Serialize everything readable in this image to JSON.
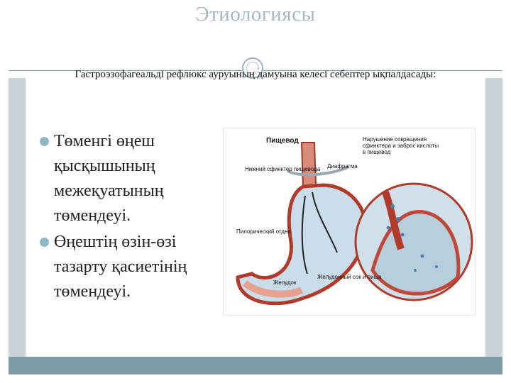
{
  "slide": {
    "title": "Этиологиясы",
    "subtitle": "Гастроэзофагеальді рефлюкс ауруының дамуына келесі себептер ықпалдасады:",
    "bullets": [
      "Төменгі өңеш қысқышының межеқуатының төмендеуі.",
      "Өңештің өзін-өзі тазарту қасиетінің төмендеуі."
    ]
  },
  "figure": {
    "labels": {
      "esophagus": "Пищевод",
      "sphincter_disorder": "Нарушение сокращения сфинктера и заброс кислоты в пищевод",
      "lower_sphincter": "Нижний сфинктер пищевода",
      "diaphragm": "Диафрагма",
      "pyloric": "Пилорический отдел",
      "stomach": "Желудок",
      "gastric_juice": "Желудочный сок и пища"
    }
  },
  "colors": {
    "frame_border": "#b7c6cc",
    "gray_band": "#c9d3d8",
    "bottom_bar": "#7d9ba6",
    "bullet": "#8fb9c7",
    "title": "#a9b7bf"
  }
}
